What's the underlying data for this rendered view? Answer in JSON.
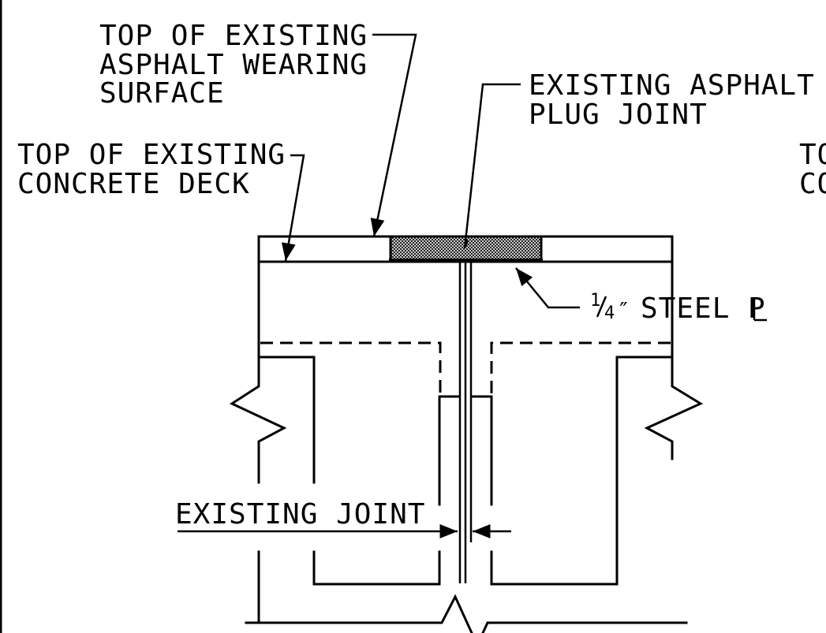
{
  "labels": {
    "asphalt_surface": [
      "TOP OF EXISTING",
      "ASPHALT WEARING",
      "SURFACE"
    ],
    "plug_joint": [
      "EXISTING ASPHALT",
      "PLUG JOINT"
    ],
    "concrete_deck_left": [
      "TOP OF EXISTING",
      "CONCRETE DECK"
    ],
    "concrete_deck_right": [
      "TO",
      "CO"
    ],
    "steel_plate": "STEEL",
    "steel_plate_symbol": "P",
    "steel_plate_fraction_num": "1",
    "steel_plate_fraction_den": "4",
    "steel_plate_inch": "″",
    "existing_joint": "EXISTING JOINT"
  },
  "colors": {
    "line": "#000000",
    "plug_fill": "#9a9a9a",
    "background": "#ffffff"
  }
}
